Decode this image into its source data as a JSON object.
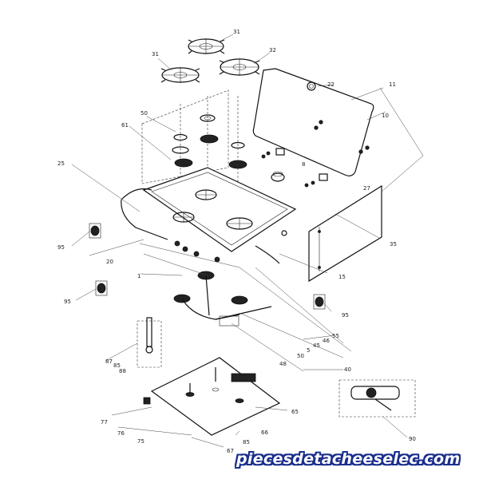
{
  "diagram": {
    "callouts": [
      {
        "id": "c31a",
        "text": "31"
      },
      {
        "id": "c31b",
        "text": "31"
      },
      {
        "id": "c32",
        "text": "32"
      },
      {
        "id": "c22",
        "text": "22"
      },
      {
        "id": "c11",
        "text": "11"
      },
      {
        "id": "c10",
        "text": "10"
      },
      {
        "id": "c50",
        "text": "50"
      },
      {
        "id": "c61",
        "text": "61"
      },
      {
        "id": "c25",
        "text": "25"
      },
      {
        "id": "c8",
        "text": "8"
      },
      {
        "id": "c27",
        "text": "27"
      },
      {
        "id": "c95a",
        "text": "95"
      },
      {
        "id": "c20",
        "text": "20"
      },
      {
        "id": "c1",
        "text": "1"
      },
      {
        "id": "c35",
        "text": "35"
      },
      {
        "id": "c15",
        "text": "15"
      },
      {
        "id": "c95b",
        "text": "95"
      },
      {
        "id": "c95c",
        "text": "95"
      },
      {
        "id": "c55",
        "text": "55"
      },
      {
        "id": "c46",
        "text": "46"
      },
      {
        "id": "c45",
        "text": "45"
      },
      {
        "id": "c5",
        "text": "5"
      },
      {
        "id": "c50b",
        "text": "50"
      },
      {
        "id": "c40",
        "text": "40"
      },
      {
        "id": "c48",
        "text": "48"
      },
      {
        "id": "c87",
        "text": "87"
      },
      {
        "id": "c85a",
        "text": "85"
      },
      {
        "id": "c88",
        "text": "88"
      },
      {
        "id": "c65",
        "text": "65"
      },
      {
        "id": "c90",
        "text": "90"
      },
      {
        "id": "c77",
        "text": "77"
      },
      {
        "id": "c76",
        "text": "76"
      },
      {
        "id": "c75",
        "text": "75"
      },
      {
        "id": "c66",
        "text": "66"
      },
      {
        "id": "c85b",
        "text": "85"
      },
      {
        "id": "c67",
        "text": "67"
      }
    ]
  },
  "watermark": {
    "text": "piecesdetacheeselec.com",
    "color": "#1b2f8c"
  }
}
